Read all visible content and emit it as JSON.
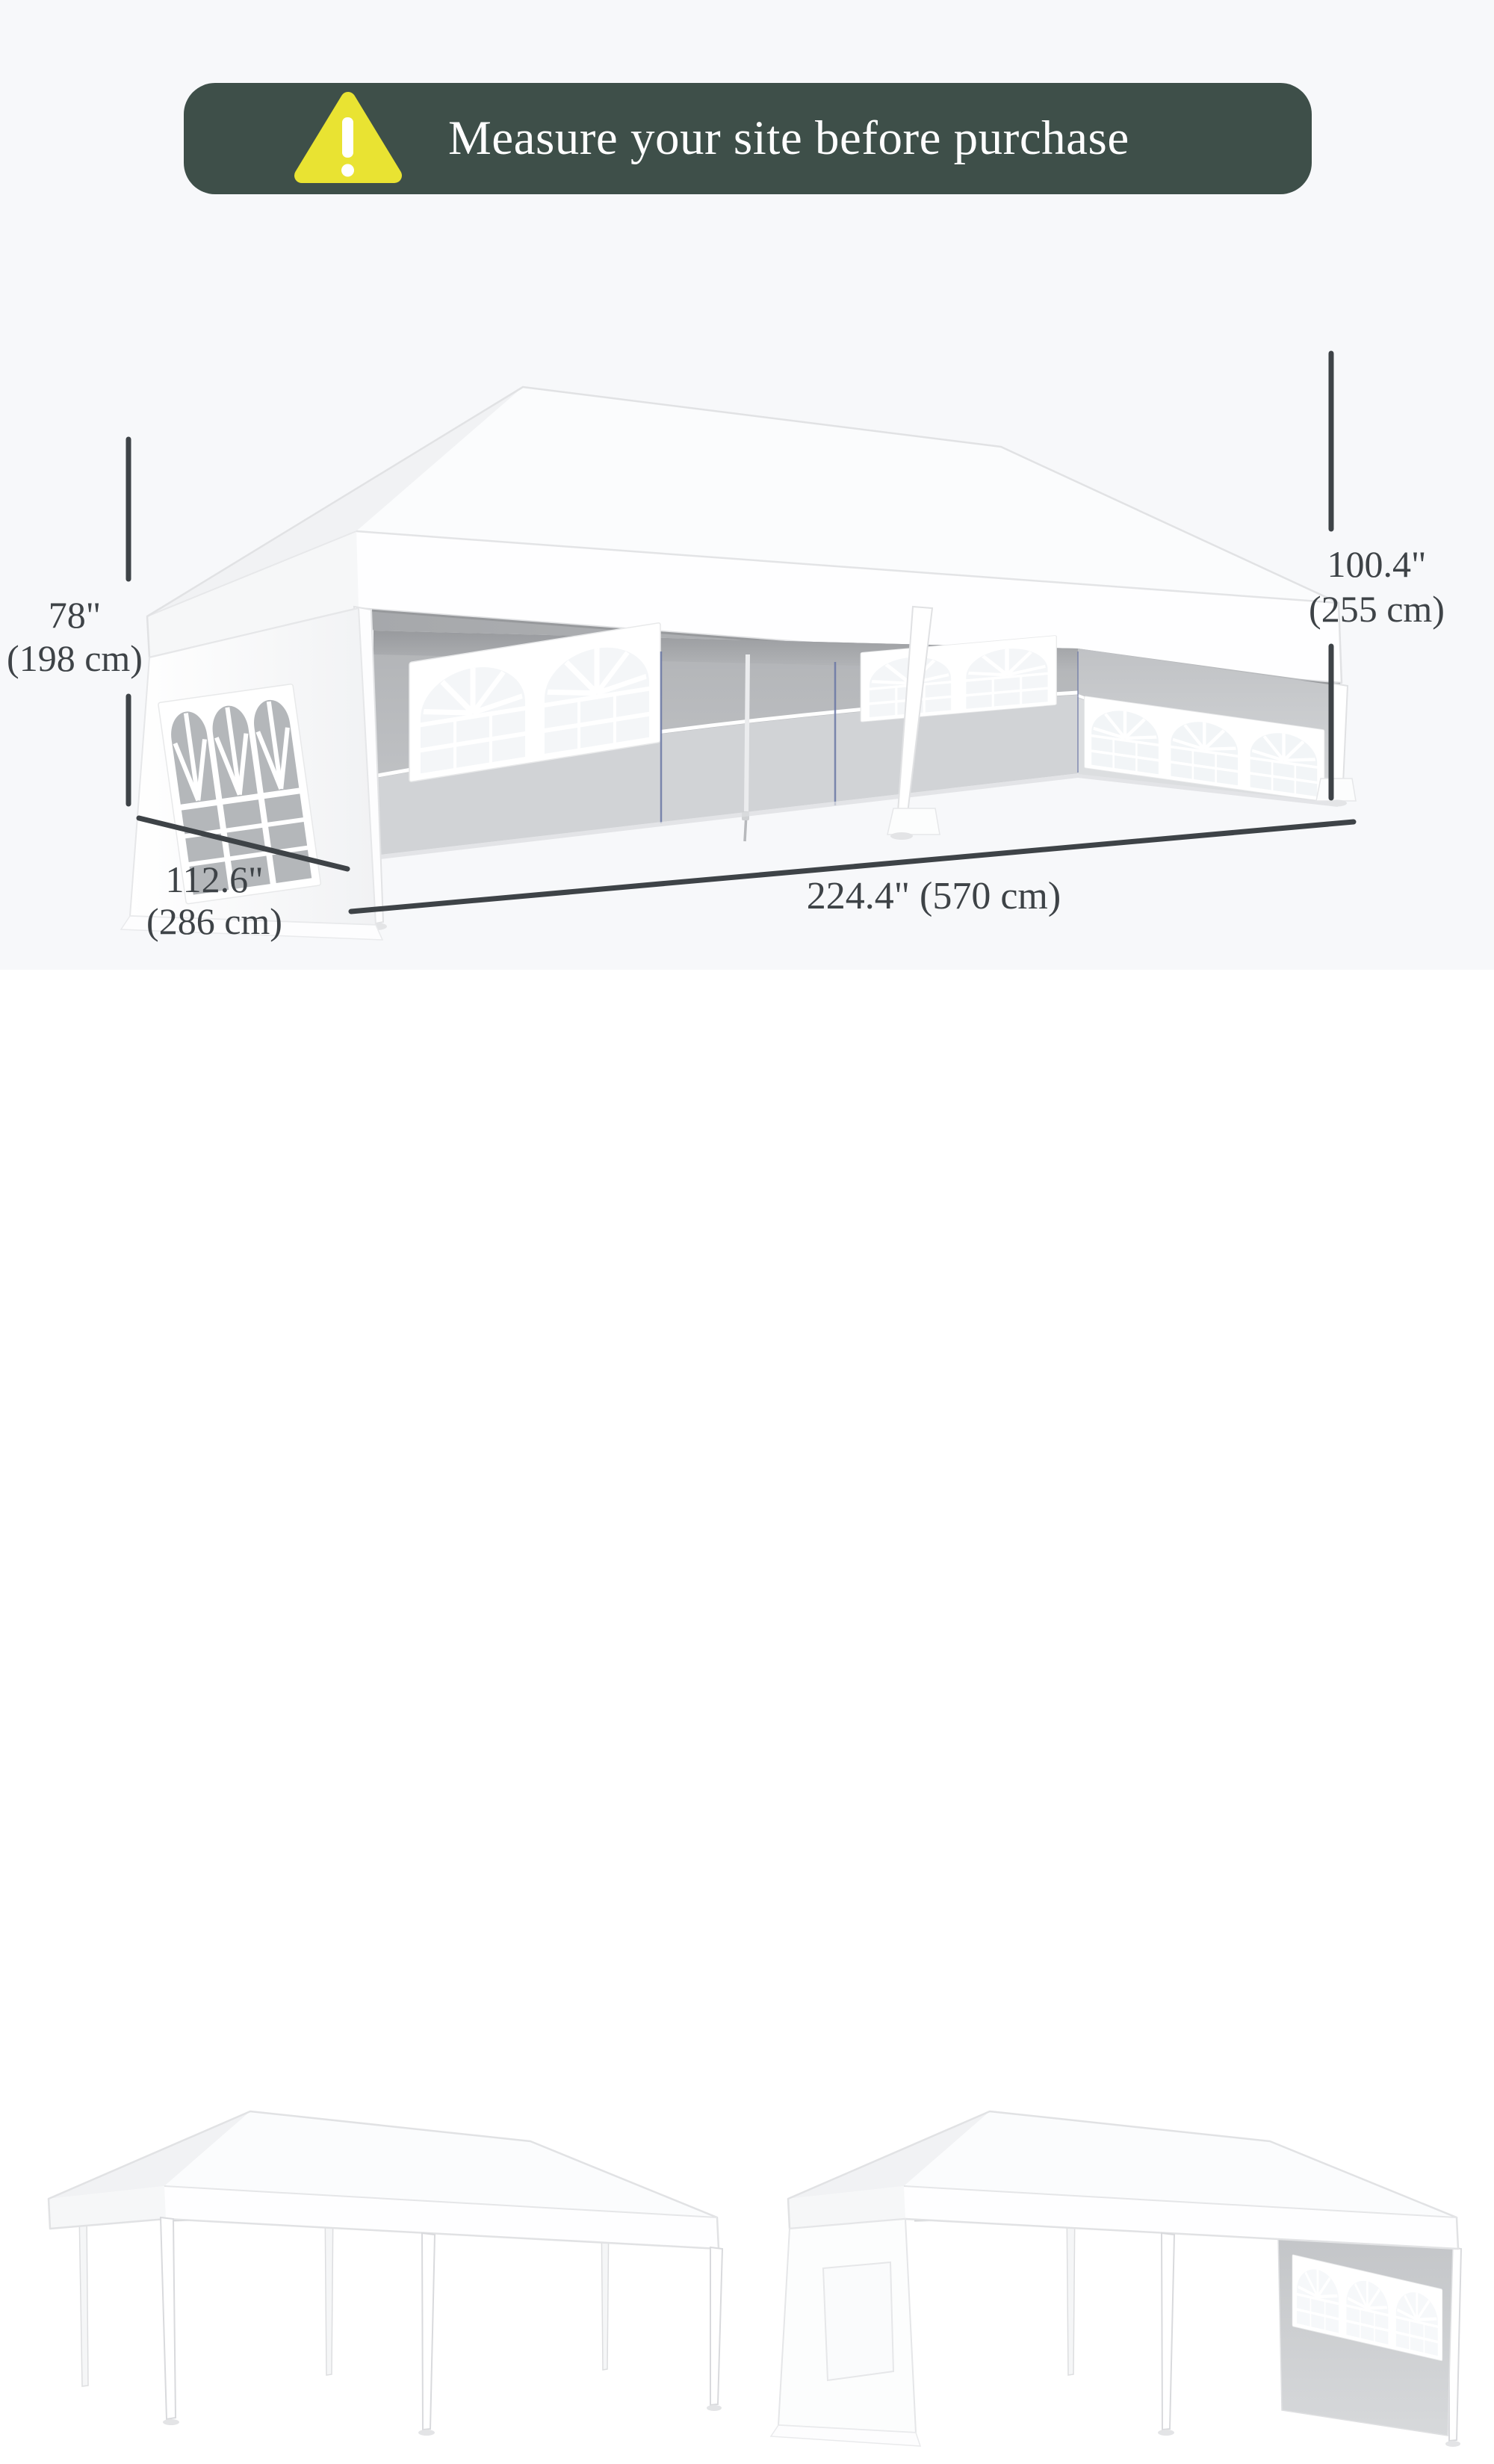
{
  "banner": {
    "text": "Measure your site before purchase",
    "background_color": "#3e4f49",
    "text_color": "#ffffff",
    "icon": "warning-triangle-icon",
    "icon_color": "#e9e332"
  },
  "product": {
    "type": "party tent gazebo with sidewalls",
    "views": [
      "main tent with sidewalls and dimensions",
      "canopy frame only without sidewalls",
      "canopy with two side panels"
    ]
  },
  "dimensions": {
    "side_height_in": "78\"",
    "side_height_cm": "(198 cm)",
    "total_height_in": "100.4\"",
    "total_height_cm": "(255 cm)",
    "depth_in": "112.6\"",
    "depth_cm": "(286 cm)",
    "width": "224.4\" (570 cm)"
  },
  "colors": {
    "page_top_background": "#f7f8fa",
    "page_bottom_background": "#ffffff",
    "dimension_line": "#3e4347",
    "tent_canopy": "#fbfcfd",
    "tent_wall_gray": "#c0c2c5",
    "window_frame": "#ffffff",
    "zipper_seam_blue": "#6a77a5"
  }
}
